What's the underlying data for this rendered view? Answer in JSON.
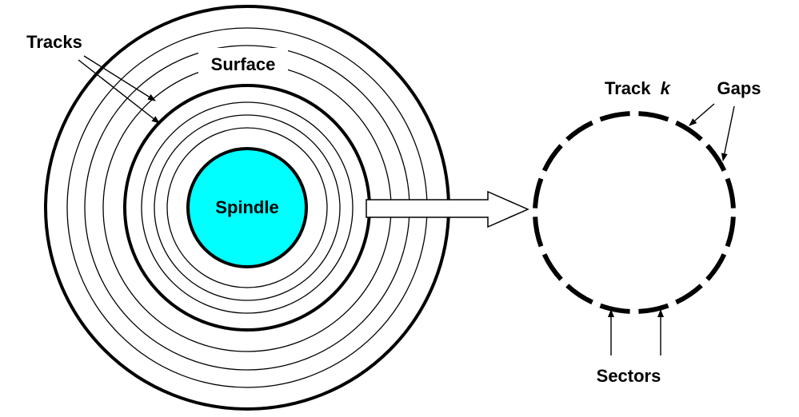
{
  "labels": {
    "tracks": "Tracks",
    "surface": "Surface",
    "spindle": "Spindle",
    "track_k_prefix": "Track",
    "track_k_var": "k",
    "gaps": "Gaps",
    "sectors": "Sectors"
  },
  "colors": {
    "spindle_fill": "#00ffff",
    "ink": "#000000",
    "background": "#ffffff"
  }
}
